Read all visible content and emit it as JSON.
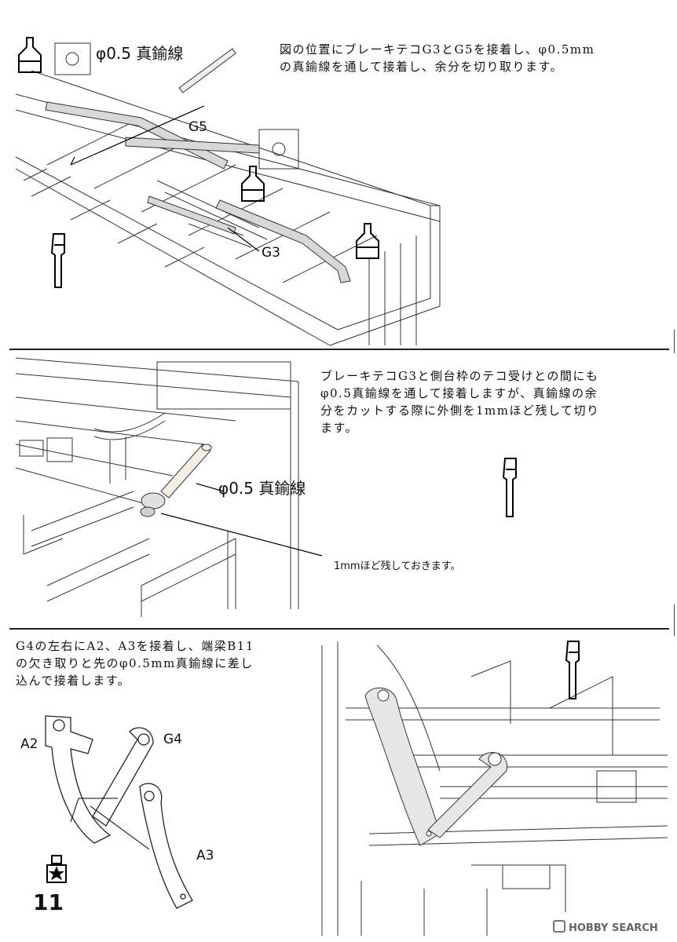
{
  "step1": {
    "instruction": "図の位置にブレーキテコG3とG5を接着し、φ0.5mm\nの真鍮線を通して接着し、余分を切り取ります。",
    "wire_label": "φ0.5 真鍮線",
    "part_g5": "G5",
    "part_g3": "G3"
  },
  "step2": {
    "instruction": "ブレーキテコG3と側台枠のテコ受けとの間にも\nφ0.5真鍮線を通して接着しますが、真鍮線の余\n分をカットする際に外側を1mmほど残して切り\nます。",
    "wire_label": "φ0.5 真鍮線",
    "leave_note": "1mmほど残しておきます。"
  },
  "step3": {
    "instruction": "G4の左右にA2、A3を接着し、端梁B11\nの欠き取りと先のφ0.5mm真鍮線に差し\n込んで接着します。",
    "part_a2": "A2",
    "part_g4": "G4",
    "part_a3": "A3"
  },
  "page_number": "11",
  "watermark": "HOBBY SEARCH",
  "icons": [
    "glue-bottle-icon",
    "file-tool-icon",
    "star-part-icon"
  ]
}
